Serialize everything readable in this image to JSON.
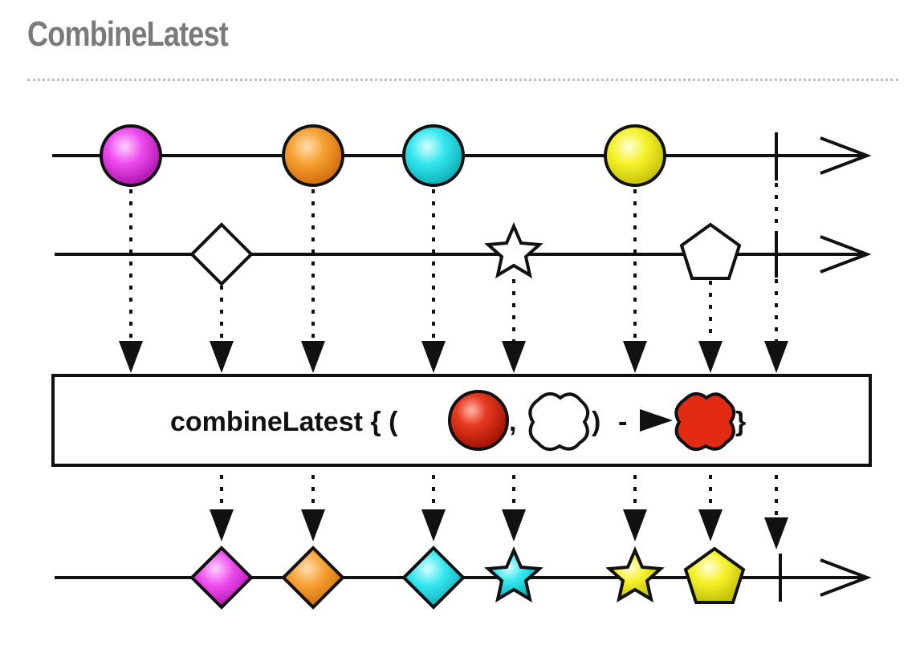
{
  "title": "CombineLatest",
  "operator": {
    "label": "combineLatest { (",
    "comma": ",",
    "close_paren": ")",
    "arrow_dash": "-",
    "close_brace": "}"
  },
  "colors": {
    "magenta": "#e63ce6",
    "orange": "#f59b2a",
    "cyan": "#2ee3ea",
    "yellow": "#f2ee1f",
    "red": "#e32a12",
    "white": "#ffffff",
    "stroke": "#111111"
  },
  "streams": {
    "top": [
      "magenta-circle",
      "orange-circle",
      "cyan-circle",
      "yellow-circle",
      "completion"
    ],
    "middle": [
      "white-diamond",
      "white-star",
      "white-pentagon",
      "completion"
    ],
    "output": [
      "magenta-diamond",
      "orange-diamond",
      "cyan-diamond",
      "cyan-star",
      "yellow-star",
      "yellow-pentagon",
      "completion"
    ]
  }
}
